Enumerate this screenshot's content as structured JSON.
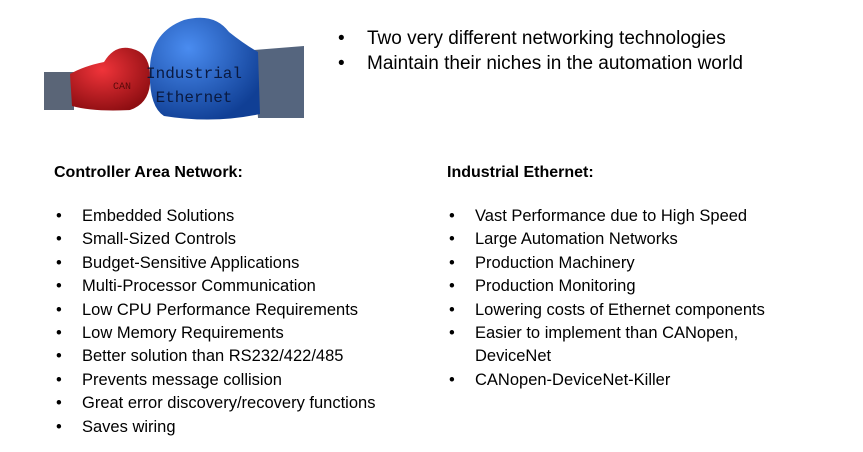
{
  "image": {
    "left_glove_label": "CAN",
    "right_glove_label_line1": "Industrial",
    "right_glove_label_line2": "Ethernet",
    "colors": {
      "red_glove": "#c8161d",
      "blue_glove": "#1f5fc9"
    }
  },
  "top_bullets": [
    "Two very different networking  technologies",
    "Maintain their niches in the automation world"
  ],
  "can": {
    "heading": "Controller Area Network:",
    "items": [
      "Embedded Solutions",
      "Small-Sized Controls",
      "Budget-Sensitive Applications",
      "Multi-Processor Communication",
      "Low CPU Performance Requirements",
      "Low Memory Requirements",
      "Better solution than RS232/422/485",
      "Prevents message collision",
      "Great error discovery/recovery functions",
      "Saves wiring"
    ]
  },
  "ethernet": {
    "heading": "Industrial Ethernet:",
    "items": [
      "Vast Performance due to High Speed",
      "Large Automation Networks",
      "Production Machinery",
      "Production Monitoring",
      "Lowering costs of Ethernet components",
      "Easier to implement than CANopen, DeviceNet",
      "CANopen-DeviceNet-Killer"
    ]
  }
}
